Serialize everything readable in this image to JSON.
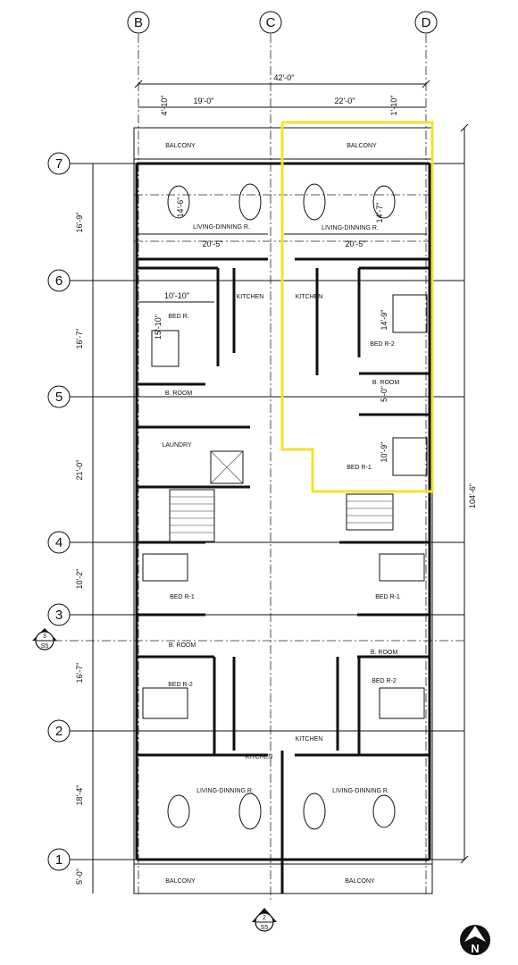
{
  "grid_columns": [
    "B",
    "C",
    "D"
  ],
  "grid_rows": [
    "7",
    "6",
    "5",
    "4",
    "3",
    "2",
    "1"
  ],
  "dimensions": {
    "overall_width": "42'-0\"",
    "seg_left": "19'-0\"",
    "seg_right": "22'-0\"",
    "edge_left": "4'-10\"",
    "edge_right": "1'-10\"",
    "overall_height": "104'-6\"",
    "row_7_6": "16'-9\"",
    "row_6_5": "16'-7\"",
    "row_5_4": "21'-0\"",
    "row_4_3": "10'-2\"",
    "row_3_2": "16'-7\"",
    "row_2_1": "18'-4\"",
    "row_1_edge": "5'-0\""
  },
  "rooms": {
    "balcony": "BALCONY",
    "living_top_left": "LIVING-DINNING R.",
    "living_top_right": "LIVING-DINNING R.",
    "kitchen": "KITCHEN",
    "bed": "BED R.",
    "bed_r1": "BED R-1",
    "bed_r2": "BED R-2",
    "bathroom": "B. ROOM",
    "laundry": "LAUNDRY",
    "living_bottom": "LIVING-DINNING R."
  },
  "room_dims": {
    "living_width": "20'-5\"",
    "living_depth": "14'-7\"",
    "living_depth_left": "14'-6\"",
    "bed_width": "10'-10\"",
    "bed_depth": "15'-10\"",
    "bed_r2_depth": "14'-9\"",
    "bath_depth": "5'-0\"",
    "bed_r1_depth": "10'-9\""
  },
  "section_marks": [
    {
      "number": "3",
      "sheet": "S5"
    },
    {
      "number": "2",
      "sheet": "S5"
    }
  ],
  "north_arrow": "N",
  "colors": {
    "line": "#111111",
    "highlight": "#f2e32a",
    "background": "#ffffff"
  }
}
